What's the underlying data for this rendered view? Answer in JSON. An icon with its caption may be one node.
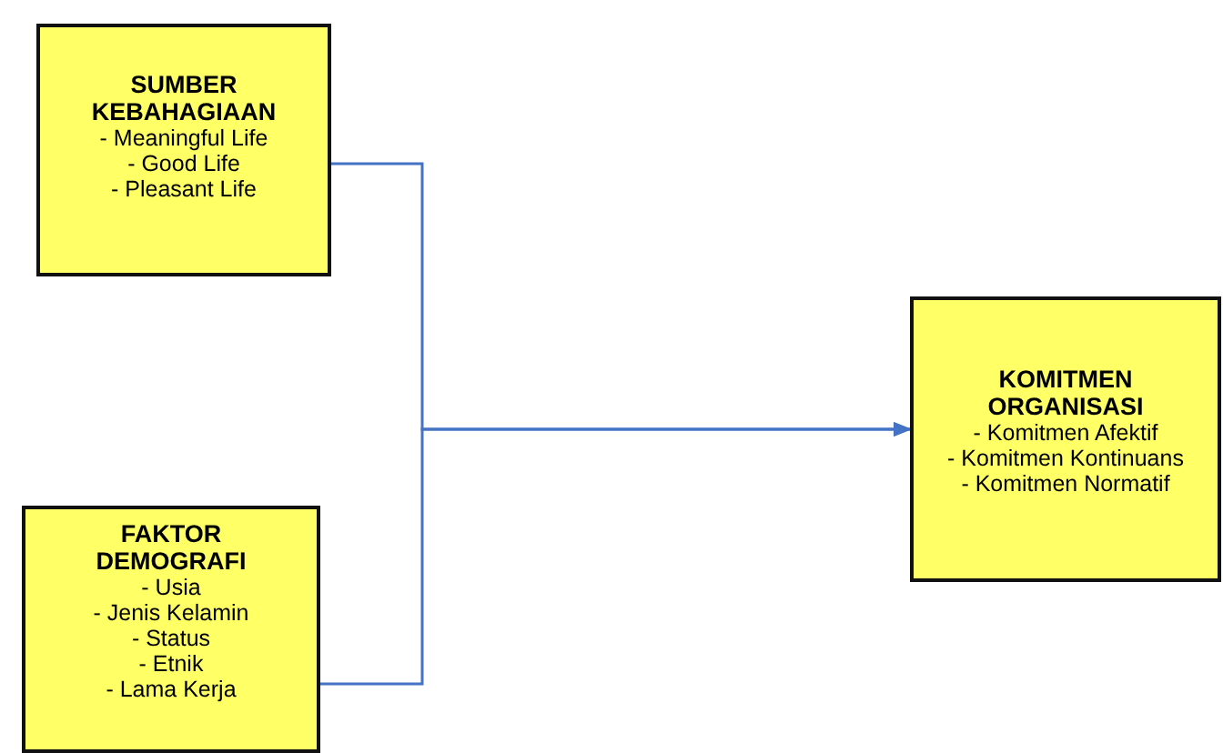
{
  "diagram": {
    "nodes": [
      {
        "text": [
          "SUMBER KEBAHAGIAAN",
          "- Meaningful Life",
          "- Good Life",
          "- Pleasant Life"
        ]
      },
      {
        "text": [
          "FAKTOR DEMOGRAFI",
          "- Usia",
          "- Jenis Kelamin",
          "- Status",
          "- Etnik",
          "- Lama Kerja"
        ]
      },
      {
        "text": [
          "KOMITMEN ORGANISASI",
          "- Komitmen Afektif",
          "- Komitmen Kontinuans",
          "- Komitmen Normatif"
        ]
      }
    ],
    "edges": [
      {
        "from": 0,
        "to": 2,
        "arrow": "to"
      },
      {
        "from": 1,
        "to": 2,
        "arrow": "to"
      }
    ]
  }
}
